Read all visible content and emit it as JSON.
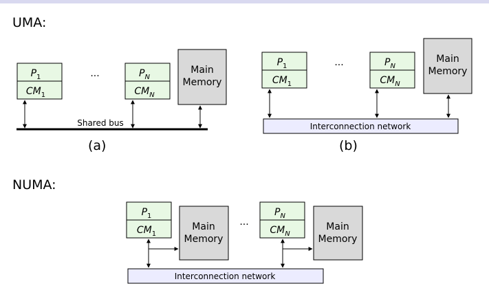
{
  "uma": {
    "title": "UMA:",
    "shared_bus_label": "Shared bus",
    "caption_a": "(a)",
    "caption_b": "(b)",
    "interconnect_label": "Interconnection network"
  },
  "numa": {
    "title": "NUMA:",
    "interconnect_label": "Interconnection network"
  },
  "processor": {
    "p_first": "P",
    "p_first_sub": "1",
    "cm_first": "CM",
    "cm_first_sub": "1",
    "p_last": "P",
    "p_last_sub": "N",
    "cm_last": "CM",
    "cm_last_sub": "N"
  },
  "memory": {
    "line1": "Main",
    "line2": "Memory"
  },
  "ellipsis": "...",
  "colors": {
    "processor_fill": "#e8f8e4",
    "memory_fill": "#d9d9d9",
    "network_fill": "#ececff",
    "top_strip": "#d9d9f0"
  }
}
